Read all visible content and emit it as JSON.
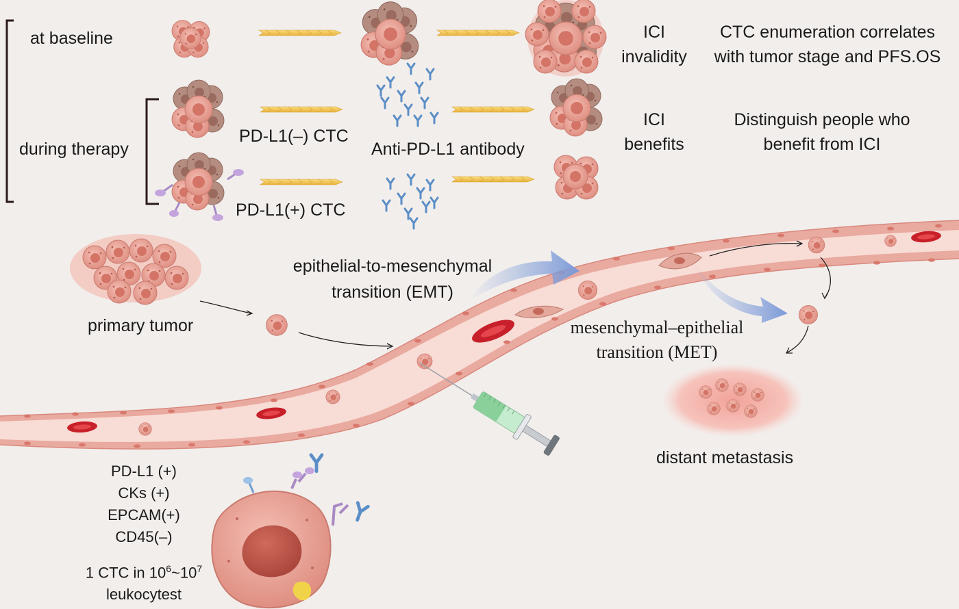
{
  "top": {
    "at_baseline": "at baseline",
    "during_therapy": "during therapy",
    "pdl1_neg_ctc": "PD-L1(–) CTC",
    "pdl1_pos_ctc": "PD-L1(+)  CTC",
    "antibody": "Anti-PD-L1 antibody",
    "ici_invalidity": [
      "ICI",
      "invalidity"
    ],
    "ici_benefits": [
      "ICI",
      "benefits"
    ],
    "ctc_enumeration": [
      "CTC  enumeration correlates",
      "with tumor stage and PFS.OS"
    ],
    "distinguish": [
      "Distinguish people who",
      "benefit from ICI"
    ]
  },
  "flow": {
    "emt": [
      "epithelial-to-mesenchymal",
      "transition (EMT)"
    ],
    "met": [
      "mesenchymal–epithelial",
      "transition (MET)"
    ],
    "primary_tumor": "primary tumor",
    "distant_metastasis": "distant metastasis"
  },
  "markers": {
    "pdl1": "PD-L1 (+)",
    "cks": "CKs  (+)",
    "epcam": "EPCAM(+)",
    "cd45": "CD45(–)",
    "ratio_prefix": "1 CTC in 10",
    "ratio_exp1": "6",
    "ratio_mid": "~10",
    "ratio_exp2": "7",
    "ratio_suffix": "leukocytest"
  },
  "colors": {
    "background": "#f2eeec",
    "vessel_wall": "#eab0a8",
    "vessel_lumen": "#f8dcd6",
    "red_blood_cell": "#c8202a",
    "tumor_cell": "#e8a296",
    "arrow_yellow": "#f3c64e",
    "emt_arrow_blue": "#8aa6dc",
    "antibody_blue": "#5b8ec6",
    "pdl1_purple": "#a98ac4"
  },
  "icons": [
    "tumor-cluster-icon",
    "yellow-arrow-icon",
    "antibody-icon",
    "syringe-icon",
    "red-blood-cell-icon",
    "ctc-cell-icon"
  ]
}
